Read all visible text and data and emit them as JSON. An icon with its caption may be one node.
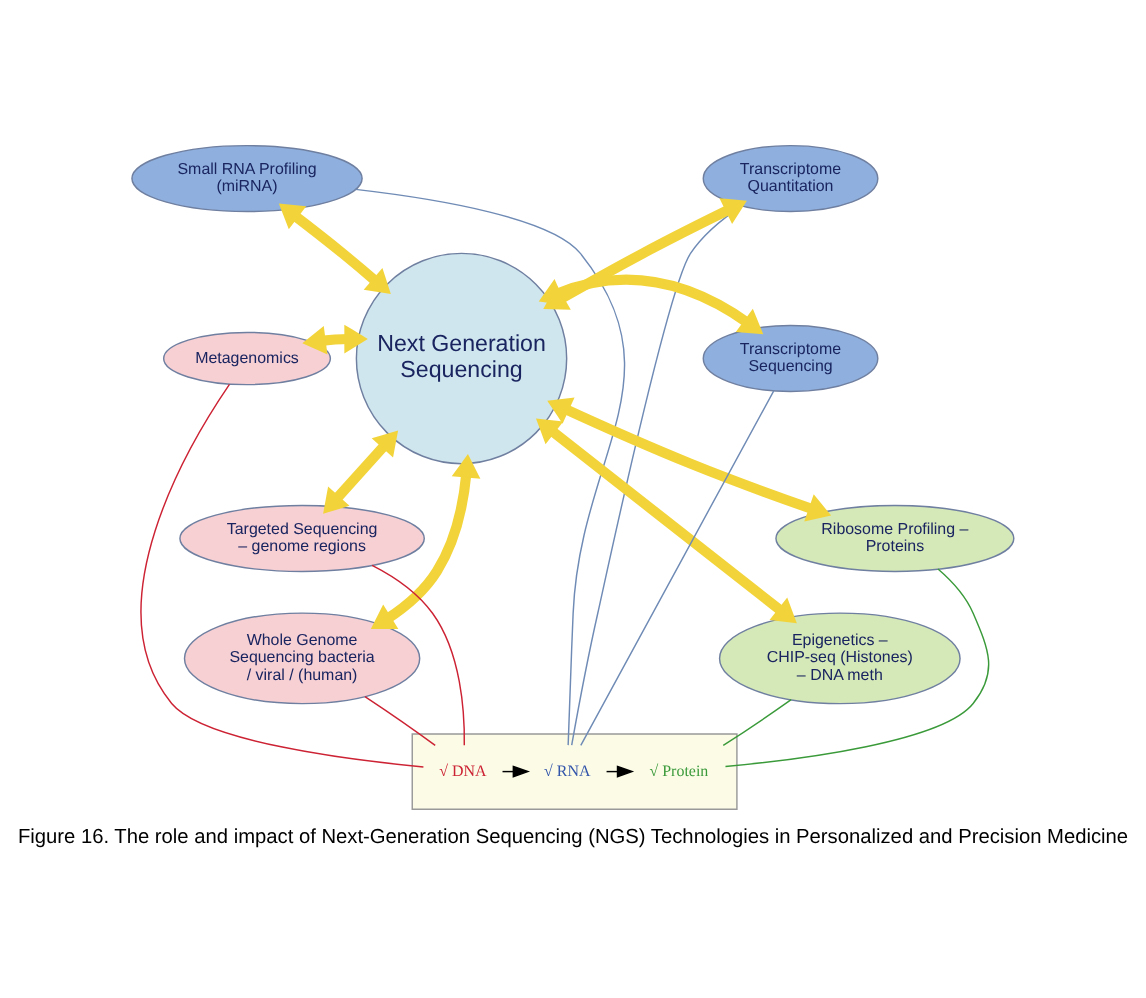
{
  "diagram": {
    "caption": "Figure 16. The role and impact of Next-Generation Sequencing (NGS) Technologies in Personalized and Precision Medicine",
    "nodes": [
      {
        "text": [
          "Small RNA Profiling (miRNA)"
        ]
      },
      {
        "text": [
          "Transcriptome Quantitation"
        ]
      },
      {
        "text": [
          "Metagenomics"
        ]
      },
      {
        "text": [
          "Next Generation Sequencing"
        ]
      },
      {
        "text": [
          "Transcriptome Sequencing"
        ]
      },
      {
        "text": [
          "Targeted Sequencing – genome regions"
        ]
      },
      {
        "text": [
          "Ribosome Profiling – Proteins"
        ]
      },
      {
        "text": [
          "Whole Genome Sequencing bacteria / viral / (human)"
        ]
      },
      {
        "text": [
          "Epigenetics – CHIP-seq (Histones) – DNA meth"
        ]
      },
      {
        "text": [],
        "shape": "box"
      },
      {
        "text": [
          "√ DNA"
        ],
        "in": 9
      },
      {
        "text": [
          "√ RNA"
        ],
        "in": 9
      },
      {
        "text": [
          "√ Protein"
        ],
        "in": 9
      }
    ],
    "edges": [
      {
        "from": 3,
        "to": 0,
        "arrow": "both",
        "style": "thick",
        "color": "#f2d43a"
      },
      {
        "from": 3,
        "to": 1,
        "arrow": "both",
        "style": "thick",
        "color": "#f2d43a"
      },
      {
        "from": 3,
        "to": 2,
        "arrow": "both",
        "style": "thick",
        "color": "#f2d43a"
      },
      {
        "from": 3,
        "to": 4,
        "arrow": "both",
        "style": "thick",
        "color": "#f2d43a"
      },
      {
        "from": 3,
        "to": 5,
        "arrow": "both",
        "style": "thick",
        "color": "#f2d43a"
      },
      {
        "from": 3,
        "to": 6,
        "arrow": "both",
        "style": "thick",
        "color": "#f2d43a"
      },
      {
        "from": 3,
        "to": 7,
        "arrow": "both",
        "style": "thick",
        "color": "#f2d43a"
      },
      {
        "from": 3,
        "to": 8,
        "arrow": "both",
        "style": "thick",
        "color": "#f2d43a"
      },
      {
        "from": 10,
        "to": 11,
        "arrow": "to",
        "color": "#000000"
      },
      {
        "from": 11,
        "to": 12,
        "arrow": "to",
        "color": "#000000"
      },
      {
        "from": 2,
        "to": 10,
        "arrow": "none",
        "color": "#cc2233"
      },
      {
        "from": 5,
        "to": 10,
        "arrow": "none",
        "color": "#cc2233"
      },
      {
        "from": 7,
        "to": 10,
        "arrow": "none",
        "color": "#cc2233"
      },
      {
        "from": 0,
        "to": 11,
        "arrow": "none",
        "color": "#6f8bb5"
      },
      {
        "from": 1,
        "to": 11,
        "arrow": "none",
        "color": "#6f8bb5"
      },
      {
        "from": 4,
        "to": 11,
        "arrow": "none",
        "color": "#6f8bb5"
      },
      {
        "from": 6,
        "to": 12,
        "arrow": "none",
        "color": "#3a9a3a"
      },
      {
        "from": 8,
        "to": 12,
        "arrow": "none",
        "color": "#3a9a3a"
      }
    ]
  }
}
